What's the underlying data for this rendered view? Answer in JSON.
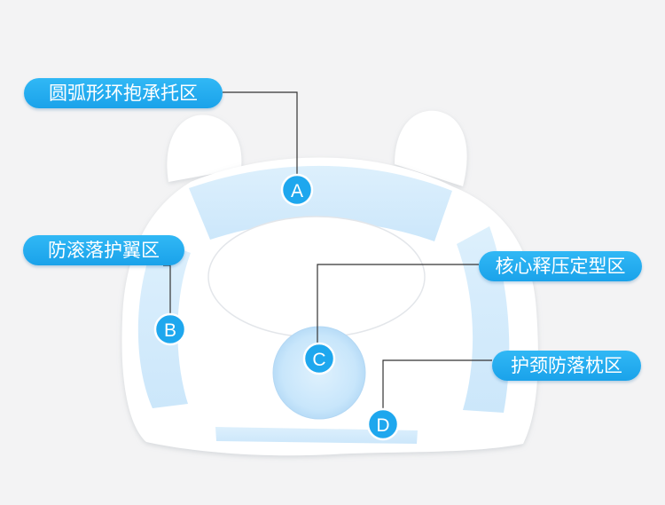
{
  "callouts": {
    "a": "圆弧形环抱承托区",
    "b": "防滚落护翼区",
    "c": "核心释压定型区",
    "d": "护颈防落枕区"
  },
  "markers": {
    "a": "A",
    "b": "B",
    "c": "C",
    "d": "D"
  },
  "colors": {
    "accent": "#1ea7ee",
    "zone": "#cfe8fb",
    "pillow": "#ffffff",
    "background": "#f3f3f4"
  }
}
